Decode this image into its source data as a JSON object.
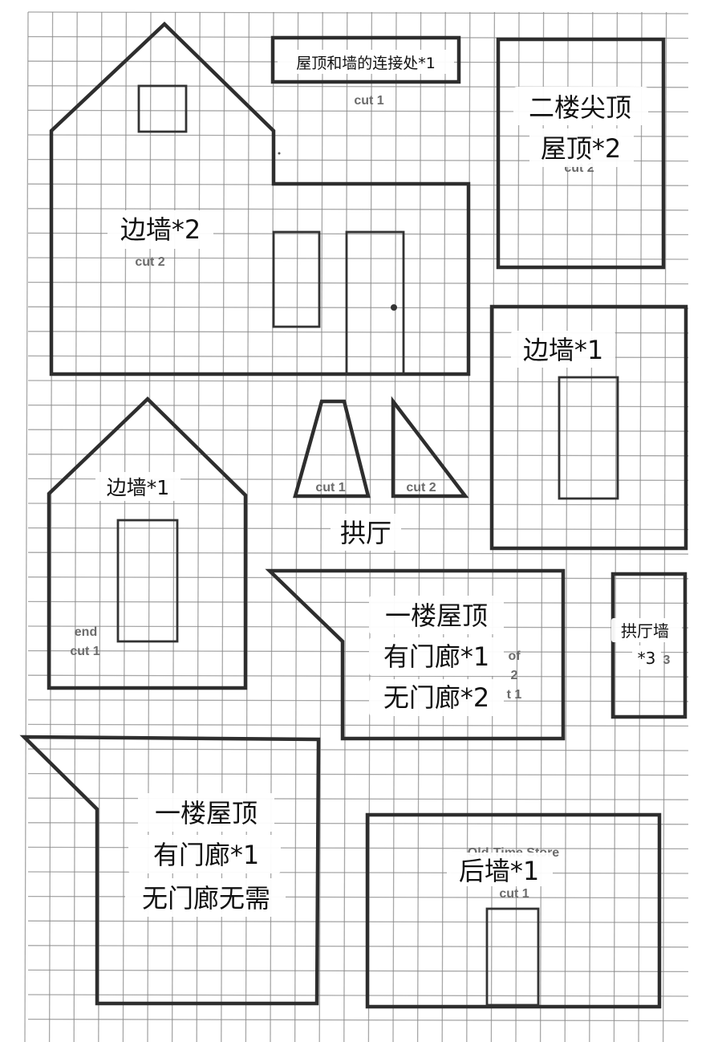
{
  "diagram": {
    "description": "Gingerbread house pattern pieces on grid paper with Chinese piece annotations",
    "pieces": [
      {
        "id": "side-wall-large",
        "label": "边墙*2",
        "label_meaning": "side wall x2",
        "english_text": [
          "cut 2"
        ]
      },
      {
        "id": "roof-wall-junction",
        "label": "屋顶和墙的连接处*1",
        "label_meaning": "roof-wall junction x1",
        "english_text": [
          "cut 1"
        ]
      },
      {
        "id": "second-story-roof",
        "label_line1": "二楼尖顶",
        "label_line2": "屋顶*2",
        "label_meaning": "second floor peak roof x2",
        "english_text": [
          "cut 2"
        ]
      },
      {
        "id": "side-wall-window",
        "label": "边墙*1",
        "label_meaning": "side wall x1",
        "english_text": []
      },
      {
        "id": "end-wall",
        "label": "边墙*1",
        "label_meaning": "side wall x1",
        "english_text": [
          "end",
          "cut 1"
        ]
      },
      {
        "id": "bay-trapezoid",
        "label": "拱厅",
        "label_meaning": "bay / arch hall",
        "english_text": [
          "cut 1"
        ]
      },
      {
        "id": "bay-triangle",
        "english_text": [
          "cut 2"
        ]
      },
      {
        "id": "first-floor-roof-a",
        "label_line1": "一楼屋顶",
        "label_line2": "有门廊*1",
        "label_line3": "无门廊*2",
        "label_meaning": "first floor roof; with porch x1, without porch x2",
        "english_text": [
          "of",
          "2",
          "t 1"
        ]
      },
      {
        "id": "bay-wall",
        "label_line1": "拱厅墙",
        "label_line2": "*3",
        "label_meaning": "bay wall x3",
        "english_text": [
          "3"
        ]
      },
      {
        "id": "first-floor-roof-b",
        "label_line1": "一楼屋顶",
        "label_line2": "有门廊*1",
        "label_line3": "无门廊无需",
        "label_meaning": "first floor roof; with porch x1, without porch not needed",
        "english_text": []
      },
      {
        "id": "back-wall",
        "label": "后墙*1",
        "label_meaning": "back wall x1",
        "english_text": [
          "Old-Time Store",
          "cut 1"
        ]
      }
    ],
    "colors": {
      "paper": "#ffffff",
      "grid": "#8a8a8a",
      "outline": "#2e2e2e",
      "faint_text": "#6b6b6b",
      "annotation_text": "#111111"
    }
  }
}
